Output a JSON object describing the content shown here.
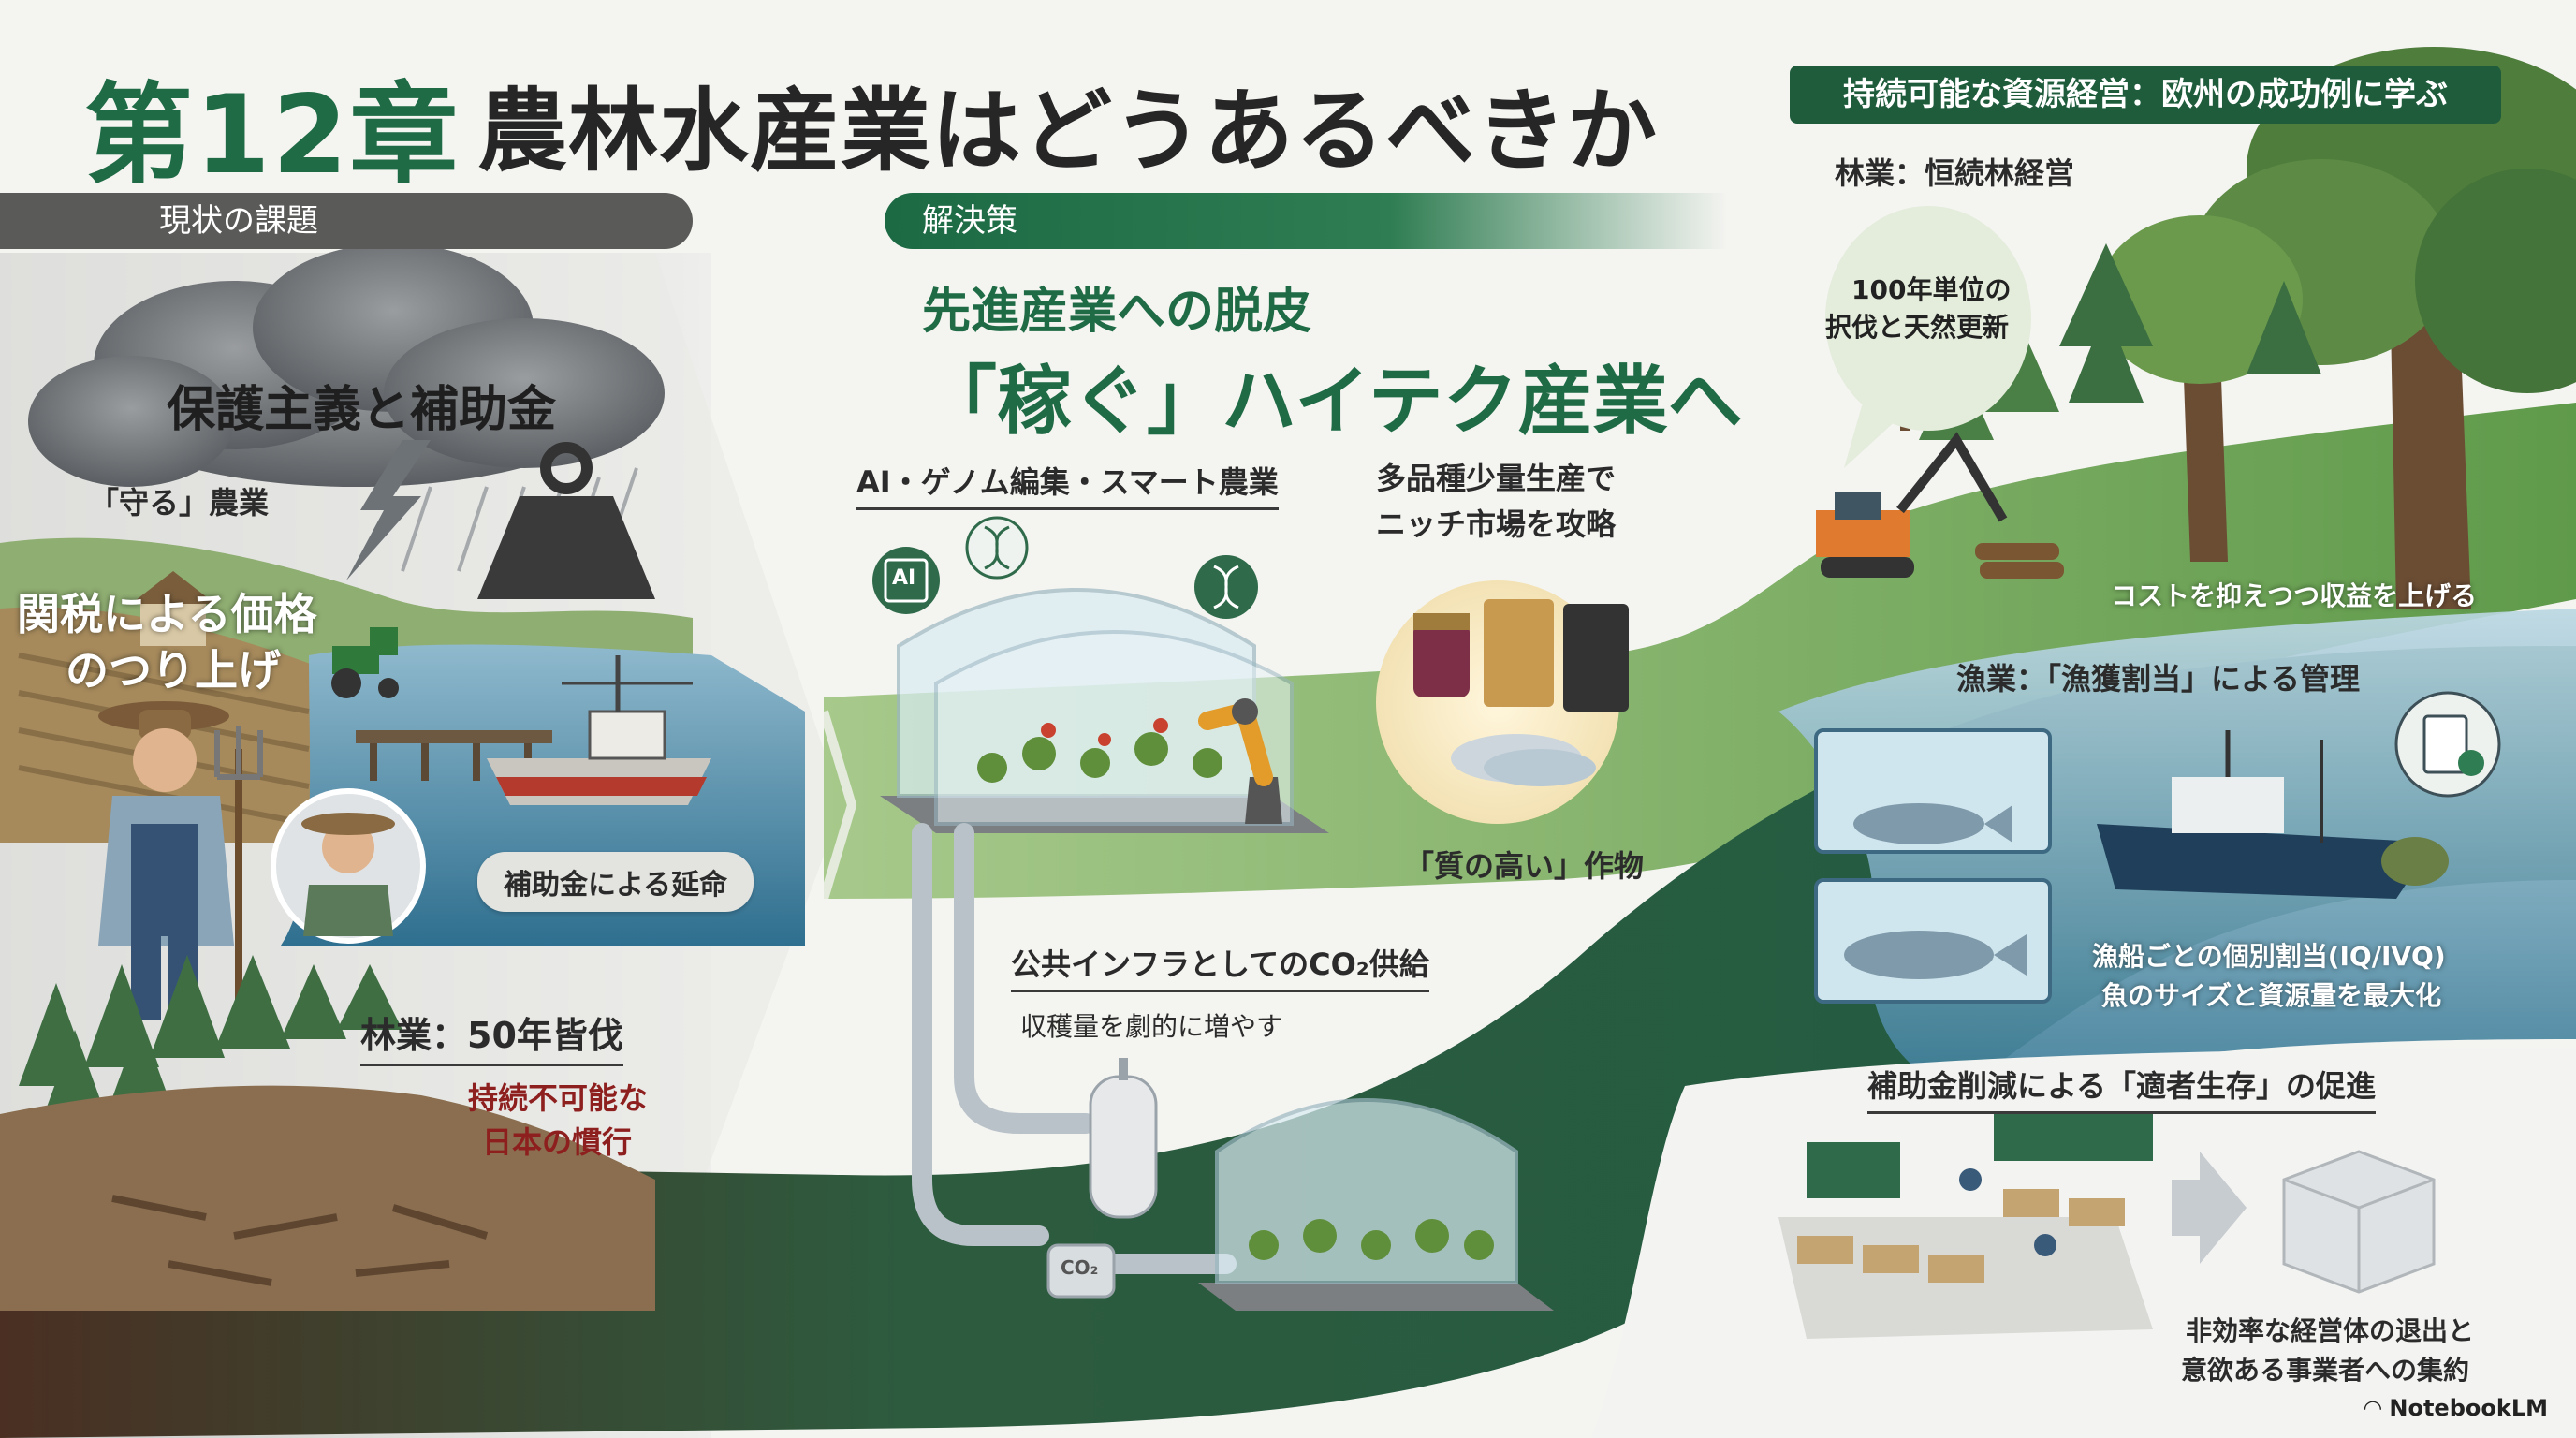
{
  "title": {
    "chapter": "第12章",
    "main": "農林水産業はどうあるべきか"
  },
  "current_issues": {
    "banner": "現状の課題",
    "cloud": "保護主義と補助金",
    "protect": "「守る」農業",
    "tariff_line1": "関税による価格",
    "tariff_line2": "のつり上げ",
    "subsidy": "補助金による延命",
    "forestry": "林業：50年皆伐",
    "unsustainable_line1": "持続不可能な",
    "unsustainable_line2": "日本の慣行"
  },
  "solution": {
    "banner": "解決策",
    "heading1": "先進産業への脱皮",
    "heading2": "「稼ぐ」ハイテク産業へ",
    "ai_smart": "AI・ゲノム編集・スマート農業",
    "ai_icon": "AI",
    "niche_line1": "多品種少量生産で",
    "niche_line2": "ニッチ市場を攻略",
    "quality": "「質の高い」作物",
    "co2_title": "公共インフラとしてのCO₂供給",
    "co2_sub": "収穫量を劇的に増やす",
    "co2_tag": "CO₂"
  },
  "europe": {
    "banner": "持続可能な資源経営：欧州の成功例に学ぶ",
    "forestry_title": "林業：恒続林経営",
    "forestry_bubble_line1": "100年単位の",
    "forestry_bubble_line2": "択伐と天然更新",
    "forestry_cost": "コストを抑えつつ収益を上げる",
    "fishery_title": "漁業：「漁獲割当」による管理",
    "fishery_line1": "漁船ごとの個別割当(IQ/IVQ)",
    "fishery_line2": "魚のサイズと資源量を最大化",
    "subsidy_cut_title": "補助金削減による「適者生存」の促進",
    "subsidy_cut_line1": "非効率な経営体の退出と",
    "subsidy_cut_line2": "意欲ある事業者への集約"
  },
  "footer": {
    "brand": "NotebookLM"
  },
  "icons": [
    "rain-cloud-icon",
    "weight-icon",
    "lightning-icon",
    "farmer-icon",
    "tractor-icon",
    "fishing-boat-icon",
    "greenhouse-icon",
    "robot-arm-icon",
    "dna-icon",
    "ai-chip-icon",
    "product-jar-icon",
    "fish-icon",
    "co2-tank-icon",
    "excavator-icon",
    "tree-icon",
    "checklist-icon",
    "market-stall-icon",
    "arrow-right-icon",
    "cube-stack-icon"
  ],
  "colors": {
    "primary_green": "#1f6b45",
    "dark_green": "#1e5c3c",
    "grey_banner": "#5a5a58",
    "warning_red": "#8e1f1f",
    "sea_blue": "#2f6f8f"
  }
}
